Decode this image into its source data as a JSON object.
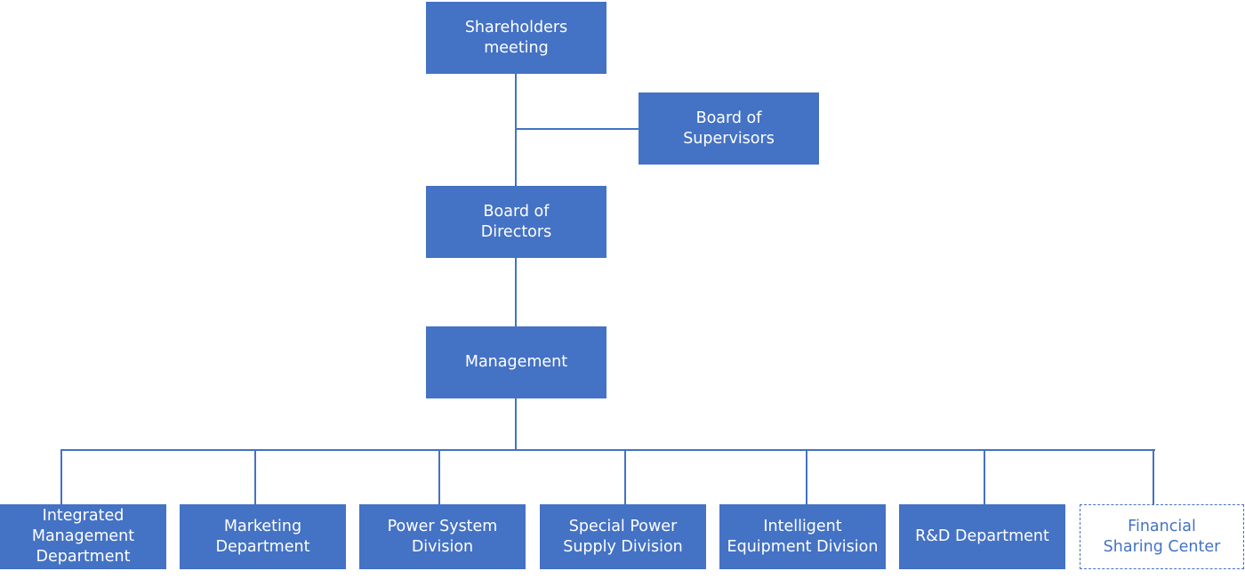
{
  "chart": {
    "top": [
      {
        "id": "shareholders",
        "label": "Shareholders\nmeeting"
      },
      {
        "id": "supervisors",
        "label": "Board of\nSupervisors"
      },
      {
        "id": "directors",
        "label": "Board of\nDirectors"
      },
      {
        "id": "management",
        "label": "Management"
      }
    ],
    "departments": [
      {
        "id": "integrated-management",
        "label": "Integrated\nManagement\nDepartment"
      },
      {
        "id": "marketing",
        "label": "Marketing\nDepartment"
      },
      {
        "id": "power-system",
        "label": "Power System\nDivision"
      },
      {
        "id": "special-power-supply",
        "label": "Special Power\nSupply Division"
      },
      {
        "id": "intelligent-equipment",
        "label": "Intelligent\nEquipment Division"
      },
      {
        "id": "rd",
        "label": "R&D Department"
      },
      {
        "id": "financial-sharing",
        "label": "Financial\nSharing Center"
      }
    ]
  },
  "colors": {
    "box_fill": "#4472c4",
    "box_text": "#ffffff",
    "line": "#4472c4"
  }
}
